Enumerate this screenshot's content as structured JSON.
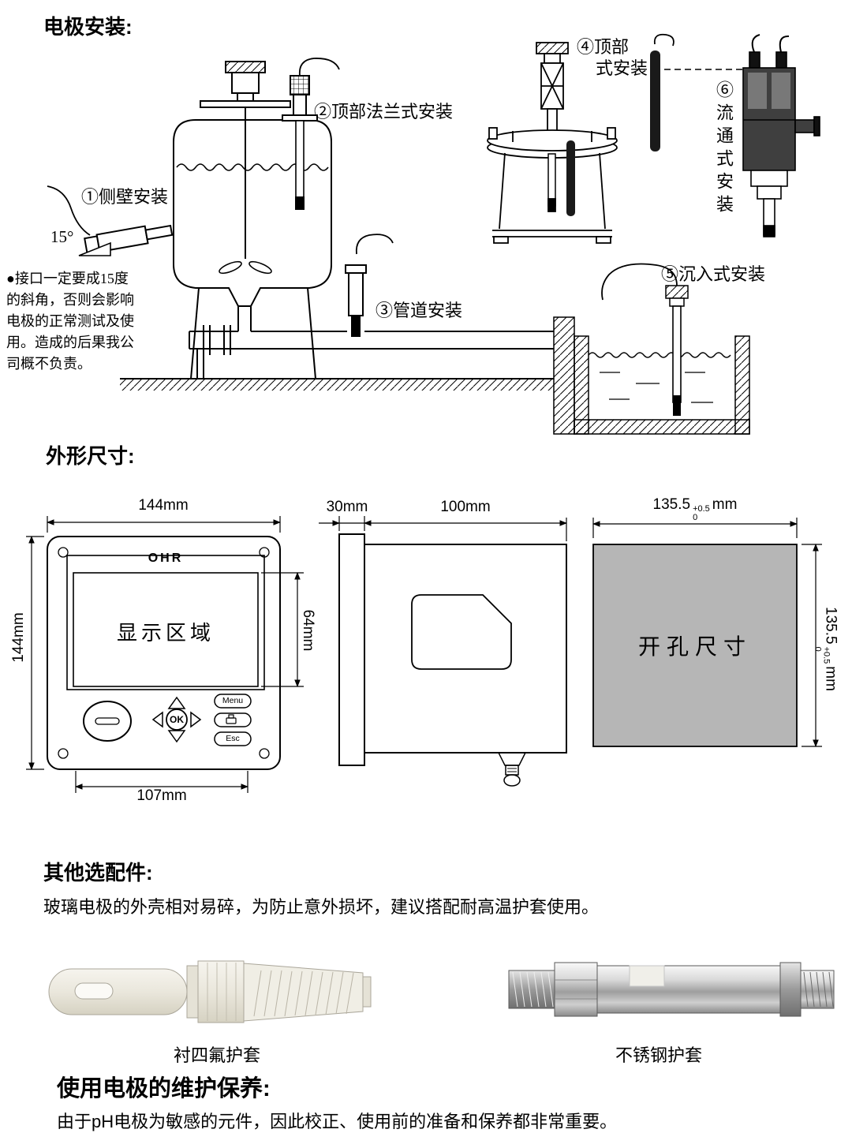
{
  "install": {
    "title": "电极安装:",
    "labels": {
      "side": "①侧壁安装",
      "angle": "15°",
      "top_flange": "②顶部法兰式安装",
      "pipe": "③管道安装",
      "top_line1": "④顶部",
      "top_line2": "式安装",
      "submerged": "⑤沉入式安装",
      "flow": "⑥流通式安装"
    },
    "warning": [
      "●接口一定要成15度",
      "的斜角，否则会影响",
      "电极的正常测试及使",
      "用。造成的后果我公",
      "司概不负责。"
    ]
  },
  "dimensions": {
    "title": "外形尺寸:",
    "front": {
      "brand": "OHR",
      "display_label": "显示区域",
      "width_label": "144mm",
      "height_label": "144mm",
      "screen_height_label": "64mm",
      "bottom_width_label": "107mm",
      "menu_label": "Menu",
      "ok_label": "OK",
      "esc_label": "Esc",
      "middle_button_icon": "print-icon"
    },
    "side": {
      "front_depth_label": "30mm",
      "body_depth_label": "100mm"
    },
    "cutout": {
      "label": "开孔尺寸",
      "width_value": "135.5",
      "height_value": "135.5",
      "tol_plus": "+0.5",
      "tol_minus": "0",
      "unit": "mm",
      "fill": "#b6b6b6"
    }
  },
  "accessories": {
    "title": "其他选配件:",
    "description": "玻璃电极的外壳相对易碎，为防止意外损坏，建议搭配耐高温护套使用。",
    "items": [
      {
        "caption": "衬四氟护套"
      },
      {
        "caption": "不锈钢护套"
      }
    ]
  },
  "maintenance": {
    "title": "使用电极的维护保养:",
    "description": "由于pH电极为敏感的元件，因此校正、使用前的准备和保养都非常重要。"
  }
}
